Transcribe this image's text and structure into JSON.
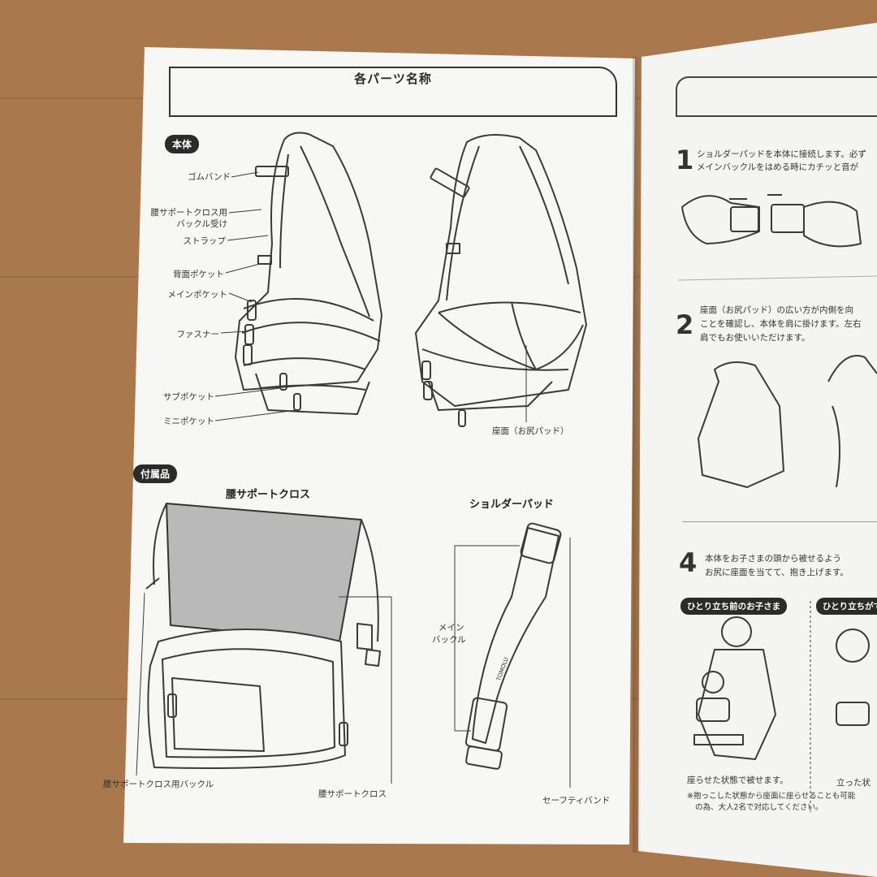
{
  "left_page": {
    "title": "各パーツ名称",
    "section_body": {
      "tag": "本体",
      "labels": {
        "rubber_band": "ゴムバンド",
        "buckle_receiver_line1": "腰サポートクロス用",
        "buckle_receiver_line2": "バックル受け",
        "strap": "ストラップ",
        "back_pocket": "背面ポケット",
        "main_pocket": "メインポケット",
        "zipper": "ファスナー",
        "sub_pocket": "サブポケット",
        "mini_pocket": "ミニポケット",
        "seat": "座面（お尻パッド）"
      }
    },
    "section_accessories": {
      "tag": "付属品",
      "waist_cloth_title": "腰サポートクロス",
      "shoulder_pad_title": "ショルダーパッド",
      "labels": {
        "main_buckle_line1": "メイン",
        "main_buckle_line2": "バックル",
        "waist_buckle": "腰サポートクロス用バックル",
        "waist_cloth": "腰サポートクロス",
        "safety_band": "セーフティバンド",
        "brand": "TOMOLU"
      }
    }
  },
  "right_page": {
    "step1": {
      "number": "1",
      "line1": "ショルダーパッドを本体に接続します。必ず",
      "line2": "メインバックルをはめる時にカチッと音が"
    },
    "step2": {
      "number": "2",
      "line1": "座面（お尻パッド）の広い方が内側を向",
      "line2": "ことを確認し、本体を肩に掛けます。左右",
      "line3": "肩でもお使いいただけます。"
    },
    "step4": {
      "number": "4",
      "line1": "本体をお子さまの頭から被せるよう",
      "line2": "お尻に座面を当てて、抱き上げます。",
      "tag_before": "ひとり立ち前のお子さま",
      "tag_after": "ひとり立ちがで",
      "caption_sit": "座らせた状態で被せます。",
      "caption_stand": "立った状",
      "note_line1": "※抱っこした状態から座面に座らせることも可能",
      "note_line2": "の為、大人2名で対応してください。"
    }
  },
  "colors": {
    "line": "#3a3a3a",
    "paper": "#f7f7f5",
    "wood": "#a9794d",
    "mesh": "#9a9a9a"
  }
}
